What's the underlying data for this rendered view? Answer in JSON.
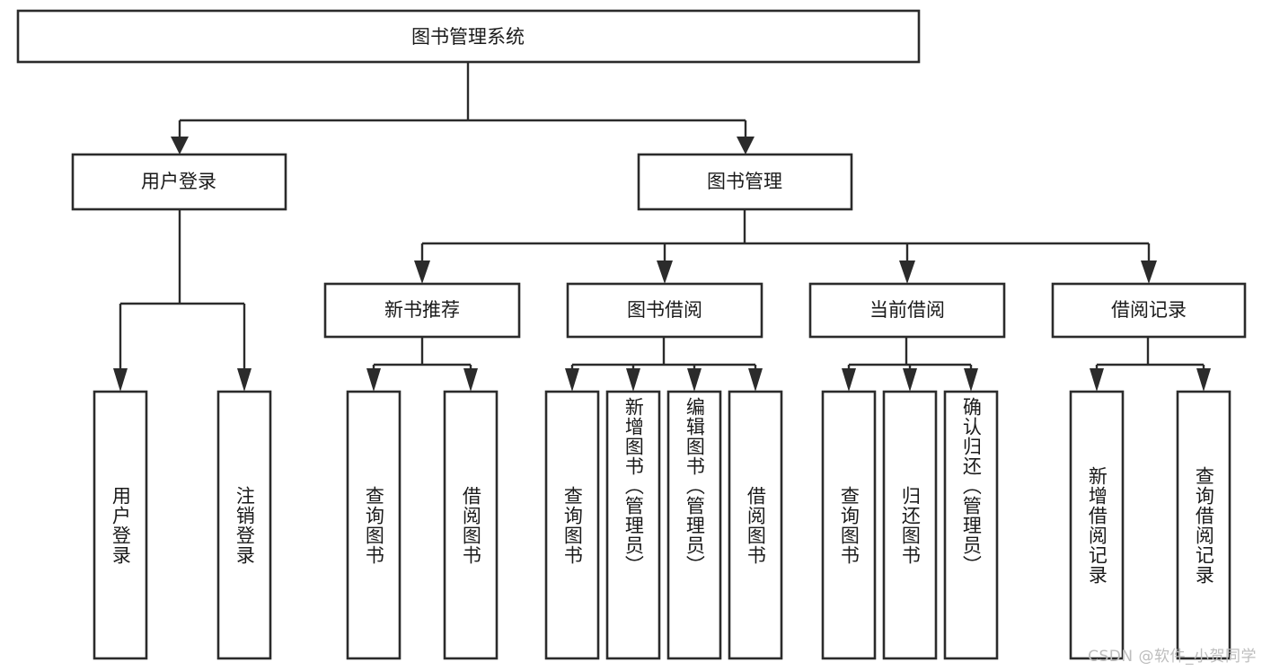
{
  "diagram": {
    "type": "tree-hierarchy-flowchart",
    "orientation": "top-down",
    "root": {
      "id": "root",
      "label": "图书管理系统"
    },
    "level2": [
      {
        "id": "user-login",
        "label": "用户登录"
      },
      {
        "id": "book-manage",
        "label": "图书管理"
      }
    ],
    "level3": [
      {
        "id": "new-book-rec",
        "label": "新书推荐",
        "parent": "book-manage"
      },
      {
        "id": "book-borrow",
        "label": "图书借阅",
        "parent": "book-manage"
      },
      {
        "id": "current-borrow",
        "label": "当前借阅",
        "parent": "book-manage"
      },
      {
        "id": "borrow-record",
        "label": "借阅记录",
        "parent": "book-manage"
      }
    ],
    "leaves": [
      {
        "id": "leaf-user-login",
        "label": "用户登录",
        "parent": "user-login"
      },
      {
        "id": "leaf-logout-login",
        "label": "注销登录",
        "parent": "user-login"
      },
      {
        "id": "leaf-query-book-1",
        "label": "查询图书",
        "parent": "new-book-rec"
      },
      {
        "id": "leaf-borrow-book-1",
        "label": "借阅图书",
        "parent": "new-book-rec"
      },
      {
        "id": "leaf-query-book-2",
        "label": "查询图书",
        "parent": "book-borrow"
      },
      {
        "id": "leaf-add-book",
        "label": "新增图书（管理员）",
        "parent": "book-borrow"
      },
      {
        "id": "leaf-edit-book",
        "label": "编辑图书（管理员）",
        "parent": "book-borrow"
      },
      {
        "id": "leaf-borrow-book-2",
        "label": "借阅图书",
        "parent": "book-borrow"
      },
      {
        "id": "leaf-query-book-3",
        "label": "查询图书",
        "parent": "current-borrow"
      },
      {
        "id": "leaf-return-book",
        "label": "归还图书",
        "parent": "current-borrow"
      },
      {
        "id": "leaf-confirm-return",
        "label": "确认归还（管理员）",
        "parent": "current-borrow"
      },
      {
        "id": "leaf-add-record",
        "label": "新增借阅记录",
        "parent": "borrow-record"
      },
      {
        "id": "leaf-query-record",
        "label": "查询借阅记录",
        "parent": "borrow-record"
      }
    ],
    "colors": {
      "stroke": "#2b2b2b",
      "fill": "#ffffff",
      "text": "#1a1a1a",
      "watermark": "#bdbdbd",
      "background": "#ffffff"
    }
  },
  "watermark": {
    "text": "CSDN @软件_小贺同学"
  }
}
